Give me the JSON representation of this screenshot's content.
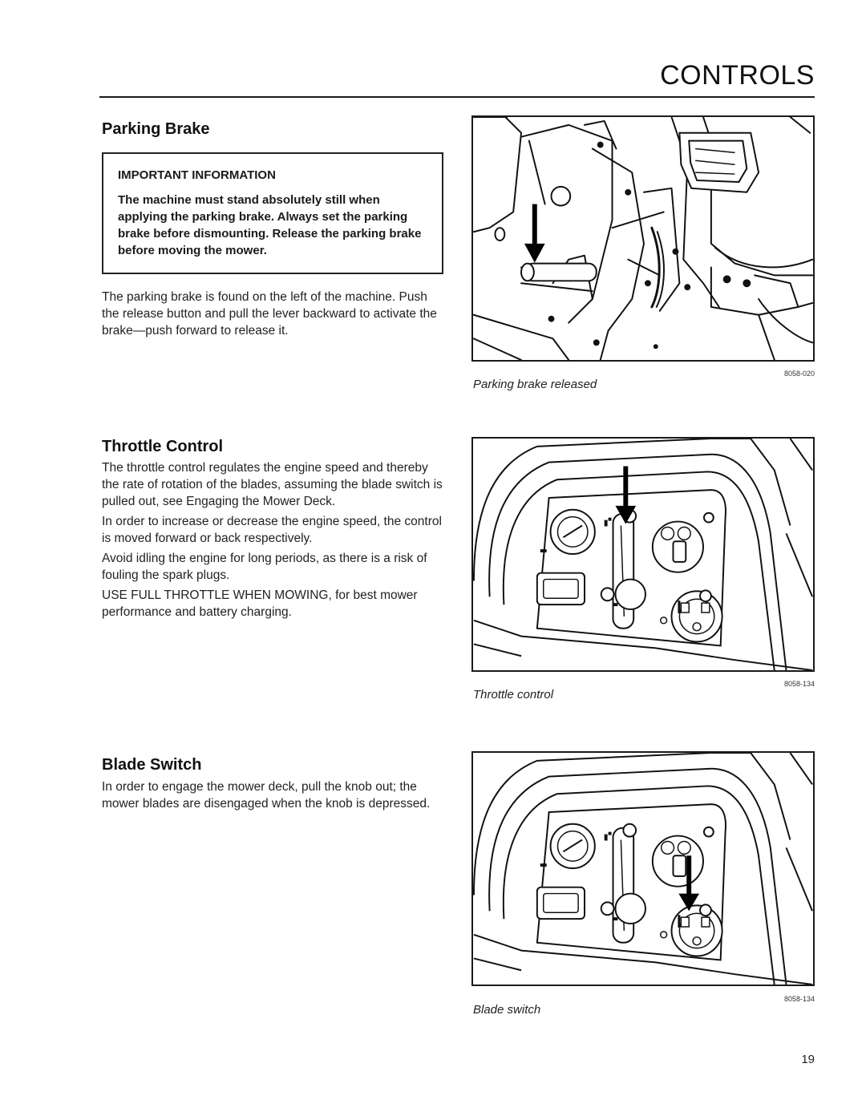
{
  "header": {
    "title": "CONTROLS"
  },
  "sections": {
    "parking_brake": {
      "heading": "Parking Brake",
      "info_title": "IMPORTANT INFORMATION",
      "info_text": "The machine must stand absolutely still when applying the parking brake. Always set the parking brake before dismounting. Release the parking brake before moving the mower.",
      "body": "The parking brake is found on the left of the machine. Push the release button and pull the lever backward to activate the brake—push forward to release it.",
      "figure_caption": "Parking brake released",
      "figure_code": "8058-020"
    },
    "throttle_control": {
      "heading": "Throttle Control",
      "paragraphs": [
        "The throttle control regulates the engine speed and thereby the rate of rotation of the blades, assuming the blade switch is pulled out, see Engaging the Mower Deck.",
        "In order to increase or decrease the engine speed, the control is moved forward or back respectively.",
        "Avoid idling the engine for long periods, as there is a risk of fouling the spark plugs.",
        "USE FULL THROTTLE WHEN MOWING, for best mower performance and battery charging."
      ],
      "figure_caption": "Throttle control",
      "figure_code": "8058-134"
    },
    "blade_switch": {
      "heading": "Blade Switch",
      "body": "In order to engage the mower deck, pull the knob out; the mower blades are disengaged when the knob is depressed.",
      "figure_caption": "Blade switch",
      "figure_code": "8058-134"
    }
  },
  "footer": {
    "page_number": "19"
  }
}
